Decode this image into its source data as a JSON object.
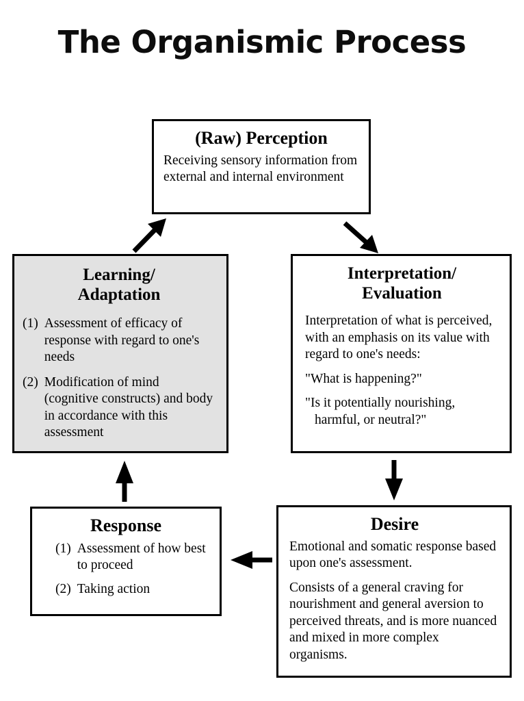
{
  "page": {
    "title": "The Organismic Process",
    "background_color": "#ffffff",
    "ink_color": "#000000",
    "shaded_box_color": "#e2e2e2"
  },
  "boxes": {
    "perception": {
      "title": "(Raw) Perception",
      "body": "Receiving sensory information from external and internal environment",
      "shaded": false
    },
    "learning": {
      "title_line1": "Learning/",
      "title_line2": "Adaptation",
      "shaded": true,
      "items": [
        {
          "marker": "(1)",
          "text": "Assessment of efficacy of response with regard to one's needs"
        },
        {
          "marker": "(2)",
          "text": "Modification of mind (cognitive constructs) and body in accordance with this assessment"
        }
      ]
    },
    "interpretation": {
      "title_line1": "Interpretation/",
      "title_line2": "Evaluation",
      "shaded": false,
      "paragraphs": [
        "Interpretation of what is perceived, with an emphasis on its value with regard to one's needs:",
        "\"What is happening?\"",
        "\"Is it potentially nourishing, harmful, or neutral?\""
      ]
    },
    "desire": {
      "title": "Desire",
      "shaded": false,
      "paragraphs": [
        "Emotional and somatic response based upon one's assessment.",
        "Consists of a general craving for nourishment and general aversion to perceived threats, and is more nuanced and mixed in more complex organisms."
      ]
    },
    "response": {
      "title": "Response",
      "shaded": false,
      "items": [
        {
          "marker": "(1)",
          "text": "Assessment of how best to proceed"
        },
        {
          "marker": "(2)",
          "text": "Taking action"
        }
      ]
    }
  },
  "arrows": [
    {
      "name": "learning-to-perception",
      "direction": "up-right",
      "from": "learning",
      "to": "perception"
    },
    {
      "name": "perception-to-interpretation",
      "direction": "down-right",
      "from": "perception",
      "to": "interpretation"
    },
    {
      "name": "interpretation-to-desire",
      "direction": "down",
      "from": "interpretation",
      "to": "desire"
    },
    {
      "name": "desire-to-response",
      "direction": "left",
      "from": "desire",
      "to": "response"
    },
    {
      "name": "response-to-learning",
      "direction": "up",
      "from": "response",
      "to": "learning"
    }
  ]
}
